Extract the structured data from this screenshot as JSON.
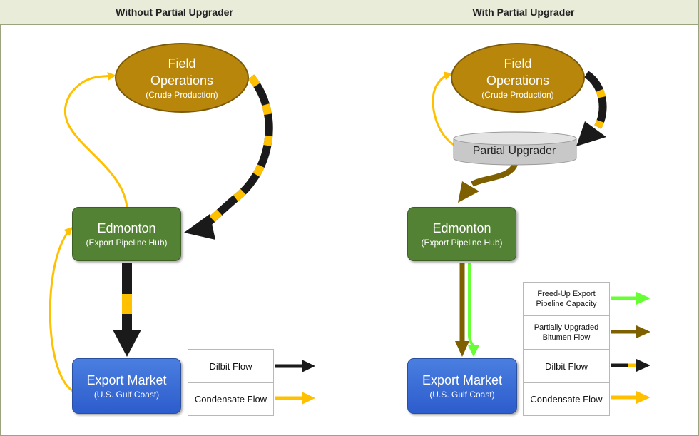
{
  "left_panel": {
    "header": "Without Partial Upgrader",
    "field": {
      "title": "Field",
      "title2": "Operations",
      "sub": "(Crude Production)"
    },
    "edmonton": {
      "title": "Edmonton",
      "sub": "(Export Pipeline Hub)"
    },
    "export": {
      "title": "Export Market",
      "sub": "(U.S. Gulf Coast)"
    },
    "legend": {
      "dilbit": "Dilbit Flow",
      "condensate": "Condensate Flow"
    }
  },
  "right_panel": {
    "header": "With Partial Upgrader",
    "field": {
      "title": "Field",
      "title2": "Operations",
      "sub": "(Crude Production)"
    },
    "upgrader": {
      "title": "Partial Upgrader"
    },
    "edmonton": {
      "title": "Edmonton",
      "sub": "(Export Pipeline Hub)"
    },
    "export": {
      "title": "Export Market",
      "sub": "(U.S. Gulf Coast)"
    },
    "legend": {
      "freed_up_1": "Freed-Up Export",
      "freed_up_2": "Pipeline Capacity",
      "upgraded_1": "Partially Upgraded",
      "upgraded_2": "Bitumen Flow",
      "dilbit": "Dilbit Flow",
      "condensate": "Condensate Flow"
    }
  },
  "colors": {
    "dilbit": "#1a1a1a",
    "condensate": "#ffc000",
    "upgraded_bitumen": "#7f6000",
    "freed_capacity": "#66ff33",
    "field_ellipse": "#b8860b",
    "edmonton_box": "#548235",
    "export_box": "#3a6fd8"
  }
}
